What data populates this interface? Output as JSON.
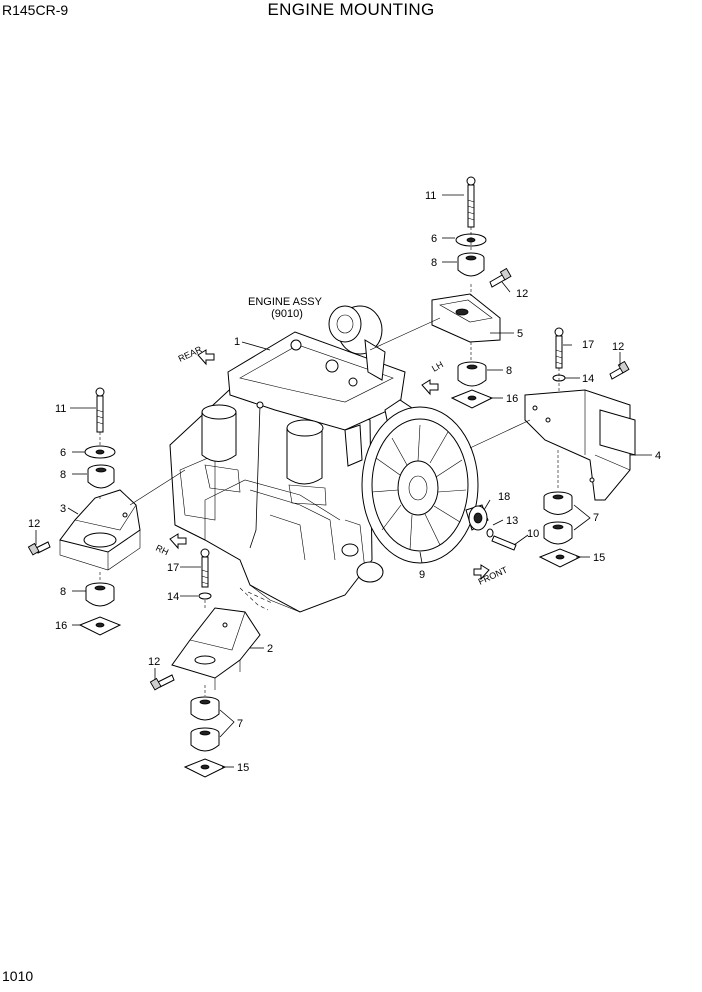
{
  "header": {
    "model": "R145CR-9",
    "title": "ENGINE MOUNTING"
  },
  "footer": {
    "page_number": "1010"
  },
  "engine": {
    "name": "ENGINE ASSY",
    "code": "(9010)"
  },
  "directions": {
    "rear": "REAR",
    "front": "FRONT",
    "lh": "LH",
    "rh": "RH"
  },
  "callouts": {
    "p1": "1",
    "p2": "2",
    "p3": "3",
    "p4": "4",
    "p5": "5",
    "p6a": "6",
    "p6b": "6",
    "p7a": "7",
    "p7b": "7",
    "p8a": "8",
    "p8b": "8",
    "p8c": "8",
    "p8d": "8",
    "p9": "9",
    "p10": "10",
    "p11a": "11",
    "p11b": "11",
    "p12a": "12",
    "p12b": "12",
    "p12c": "12",
    "p12d": "12",
    "p13": "13",
    "p14a": "14",
    "p14b": "14",
    "p15a": "15",
    "p15b": "15",
    "p16a": "16",
    "p16b": "16",
    "p17a": "17",
    "p17b": "17",
    "p18": "18"
  }
}
